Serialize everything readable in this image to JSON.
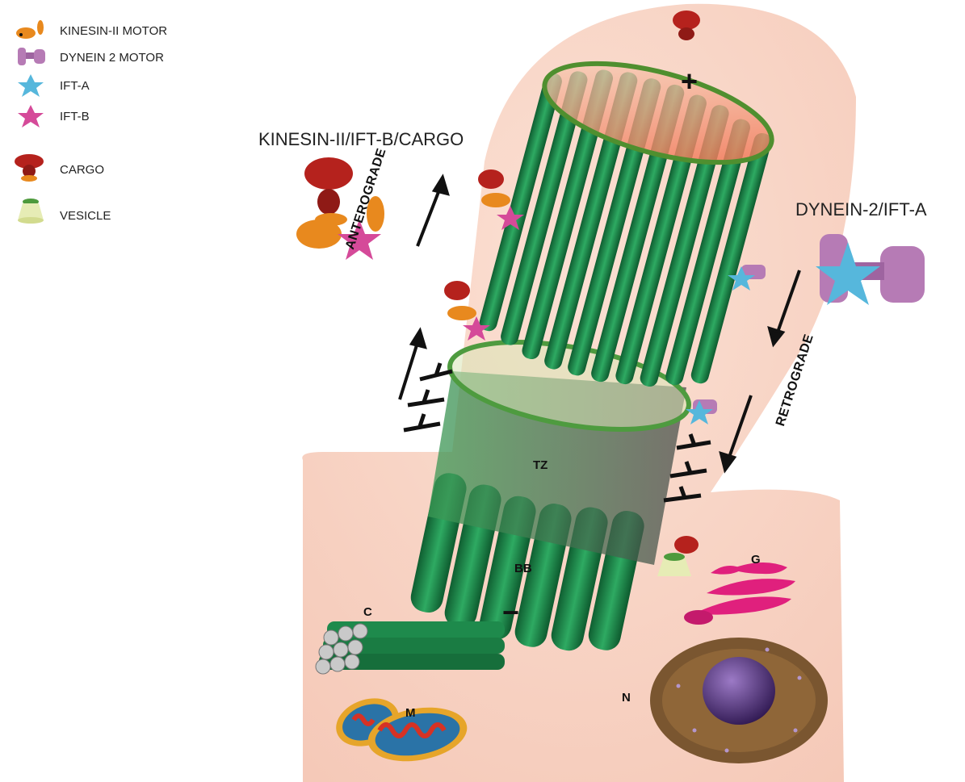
{
  "legend": {
    "items": [
      {
        "label": "KINESIN-II MOTOR",
        "icon": "kinesin-motor-icon"
      },
      {
        "label": "DYNEIN 2 MOTOR",
        "icon": "dynein-motor-icon"
      },
      {
        "label": "IFT-A",
        "icon": "ift-a-star-icon"
      },
      {
        "label": "IFT-B",
        "icon": "ift-b-star-icon"
      },
      {
        "label": "CARGO",
        "icon": "cargo-icon"
      },
      {
        "label": "VESICLE",
        "icon": "vesicle-icon"
      }
    ]
  },
  "complexes": {
    "anterograde_complex": "KINESIN-II/IFT-B/CARGO",
    "retrograde_complex": "DYNEIN-2/IFT-A"
  },
  "directions": {
    "anterograde": "ANTEROGRADE",
    "retrograde": "RETROGRADE"
  },
  "markers": {
    "plus_end": "+",
    "minus_end": "−",
    "transition_zone": "TZ",
    "basal_body": "BB",
    "centriole": "C",
    "golgi": "G",
    "nucleus": "N",
    "mitochondrion": "M"
  },
  "colors": {
    "cell": "#f9d6c8",
    "microtubule": "#1e8a4c",
    "kinesin": "#e8891e",
    "dynein": "#b67bb5",
    "ift_a": "#56b7dc",
    "ift_b": "#d54a99",
    "cargo": "#b5221d",
    "golgi": "#e0207d",
    "nucleus": "#4a2a6e",
    "er": "#7a5630"
  }
}
